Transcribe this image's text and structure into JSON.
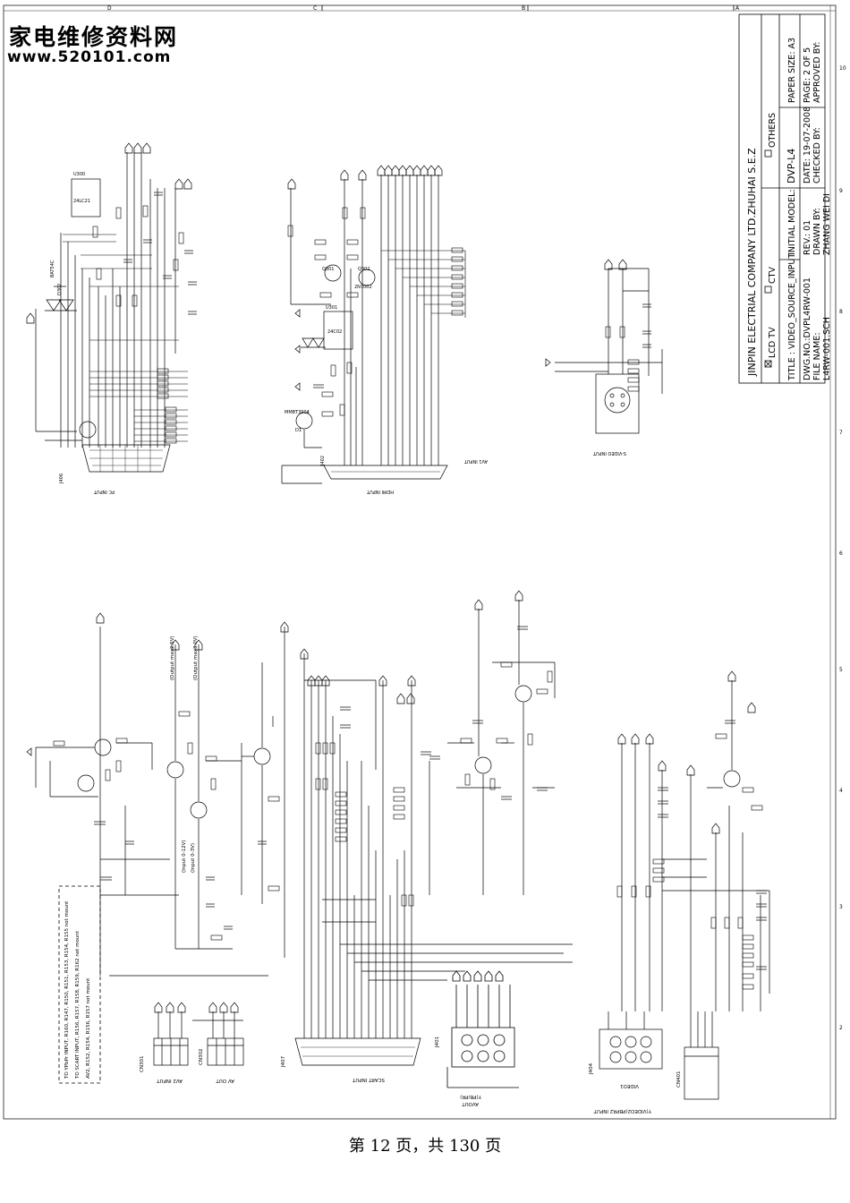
{
  "watermark": {
    "line1": "家电维修资料网",
    "line2": "www.520101.com"
  },
  "border": {
    "col_markers": [
      "D",
      "C",
      "B",
      "A"
    ],
    "row_markers": [
      "10",
      "9",
      "8",
      "7",
      "6",
      "5",
      "4",
      "3",
      "2"
    ]
  },
  "title_block": {
    "company": "JINPIN ELECTRIAL COMPANY LTD.ZHUHAI S.E.Z",
    "options": [
      "LCD TV",
      "CTV",
      "OTHERS"
    ],
    "title": "TITLE : VIDEO_SOURCE_INPUT",
    "initial_model_label": "INITIAL MODEL:",
    "model": "DVP-L4",
    "paper_size": "PAPER SIZE: A3",
    "page": "PAGE: 2 OF 5",
    "approved": "APPROVED BY:",
    "dwg_no": "DWG.NO.:DVPL4RW-001",
    "rev": "REV.: 01",
    "date": "DATE: 19-07-2008",
    "checked": "CHECKED BY:",
    "file_name_label": "FILE NAME:",
    "file_name": "L4RW-001.SCH",
    "drawn": "DRAWN BY:",
    "drawn_name": "ZHANG WEI DI"
  },
  "connectors": {
    "pc_input": {
      "ref": "J406",
      "label": "PC INPUT",
      "parts": [
        "D302",
        "BAT54C",
        "U300",
        "24LC21"
      ]
    },
    "hdmi_input": {
      "ref": "J402",
      "label": "HDMI INPUT",
      "parts": [
        "U301",
        "24C02",
        "Q301",
        "Q302",
        "2N7002",
        "D1",
        "MMBT3904"
      ]
    },
    "av1_input": {
      "label": "AV1 INPUT"
    },
    "s_video": {
      "label": "S-VIDEO INPUT"
    },
    "scart": {
      "ref": "J407",
      "label": "SCART INPUT"
    },
    "av2": {
      "ref": "CN301",
      "label": "AV2 INPUT"
    },
    "av_out": {
      "ref": "CN302",
      "label": "AV OUT"
    },
    "av_out_block": {
      "ref": "J401",
      "label": "AVOUT",
      "sub": "Y(PB/PR)"
    },
    "ypbpr": {
      "ref": "J404",
      "label": "Y(VIDEO2)PBPR2 INPUT",
      "sub": "VIDEO1"
    },
    "dm": {
      "ref": "CN401"
    }
  },
  "note": {
    "lines": [
      "TO YPbPr INPUT, R160, R147, R150, R151, R153, R154, R155 not mount",
      "TO SCART INPUT, R156, R157, R158, R159, R162 not mount",
      "AV2, R152, R154, R156, R157 not mount"
    ]
  },
  "annotations": [
    "(Output max2.5V)",
    "(Output max3.0V)",
    "(Input 0-12V)",
    "(Input 0-3V)"
  ],
  "footer": "第 12 页，共 130 页"
}
